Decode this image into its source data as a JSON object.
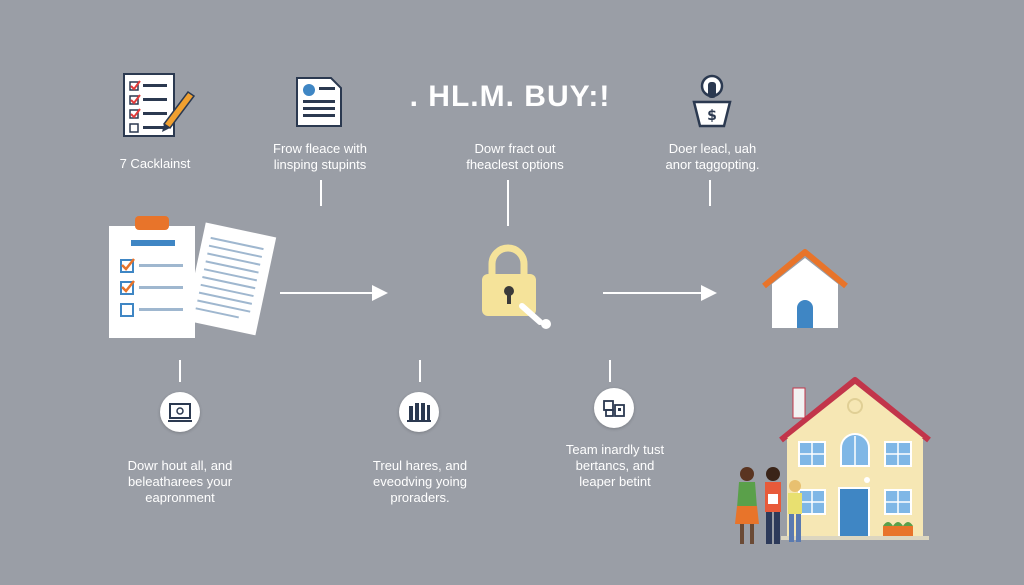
{
  "title": ". HL.M. BUY:!",
  "top_steps": [
    {
      "icon": "checklist-icon",
      "lines": [
        "7 Cacklainst"
      ]
    },
    {
      "icon": "document-icon",
      "lines": [
        "Frow fleace with",
        "linsping stupints"
      ]
    },
    {
      "icon": null,
      "lines": [
        "Dowr fract out",
        "fheaclest options"
      ]
    },
    {
      "icon": "money-bag-icon",
      "lines": [
        "Doer leacl, uah",
        "anor taggopting."
      ]
    }
  ],
  "bottom_steps": [
    {
      "icon": "monitor-icon",
      "lines": [
        "Dowr hout all, and",
        "beleatharees your",
        "eapronment"
      ]
    },
    {
      "icon": "bar-chart-icon",
      "lines": [
        "Treul hares, and",
        "eveodving yoing",
        "proraders."
      ]
    },
    {
      "icon": "building-icon",
      "lines": [
        "Team inardly tust",
        "bertancs, and",
        "leaper betint"
      ]
    }
  ],
  "colors": {
    "background": "#9a9ea6",
    "accent_orange": "#e8742a",
    "accent_blue": "#3f86c4",
    "house_red": "#c2354a",
    "house_wall": "#f6e7b4",
    "lock_yellow": "#f5e39a"
  }
}
